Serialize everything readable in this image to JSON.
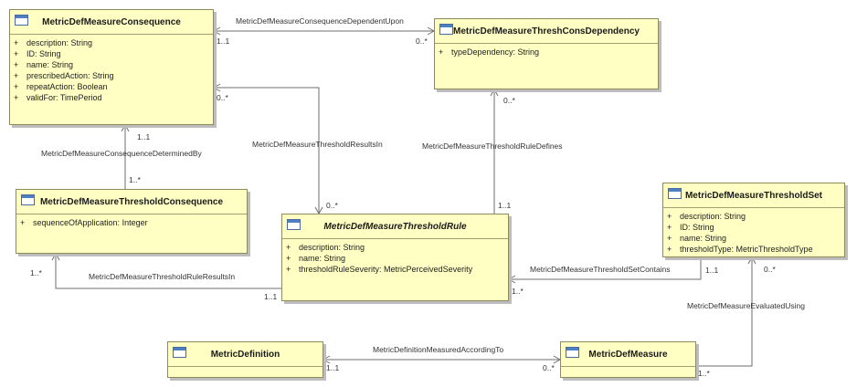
{
  "classes": {
    "mdm_consequence": {
      "name": "MetricDefMeasureConsequence",
      "attributes": [
        {
          "vis": "+",
          "text": "description: String"
        },
        {
          "vis": "+",
          "text": "ID: String"
        },
        {
          "vis": "+",
          "text": "name: String"
        },
        {
          "vis": "+",
          "text": "prescribedAction: String"
        },
        {
          "vis": "+",
          "text": "repeatAction: Boolean"
        },
        {
          "vis": "+",
          "text": "validFor: TimePeriod"
        }
      ]
    },
    "thresh_cons_dependency": {
      "name": "MetricDefMeasureThreshConsDependency",
      "attributes": [
        {
          "vis": "+",
          "text": "typeDependency: String"
        }
      ]
    },
    "threshold_consequence": {
      "name": "MetricDefMeasureThresholdConsequence",
      "attributes": [
        {
          "vis": "+",
          "text": "sequenceOfApplication: Integer"
        }
      ]
    },
    "threshold_rule": {
      "name": "MetricDefMeasureThresholdRule",
      "attributes": [
        {
          "vis": "+",
          "text": "description: String"
        },
        {
          "vis": "+",
          "text": "name: String"
        },
        {
          "vis": "+",
          "text": "thresholdRuleSeverity: MetricPerceivedSeverity"
        }
      ]
    },
    "threshold_set": {
      "name": "MetricDefMeasureThresholdSet",
      "attributes": [
        {
          "vis": "+",
          "text": "description: String"
        },
        {
          "vis": "+",
          "text": "ID: String"
        },
        {
          "vis": "+",
          "text": "name: String"
        },
        {
          "vis": "+",
          "text": "thresholdType: MetricThresholdType"
        }
      ]
    },
    "metric_definition": {
      "name": "MetricDefinition",
      "attributes": []
    },
    "mdm": {
      "name": "MetricDefMeasure",
      "attributes": []
    }
  },
  "associations": {
    "consequence_dependent_upon": {
      "name": "MetricDefMeasureConsequenceDependentUpon",
      "end_a": "1..1",
      "end_b": "0..*"
    },
    "consequence_determined_by": {
      "name": "MetricDefMeasureConsequenceDeterminedBy",
      "end_a": "1..1",
      "end_b": "1..*"
    },
    "threshold_results_in": {
      "name": "MetricDefMeasureThresholdResultsIn",
      "end_a": "0..*",
      "end_b": "0..*"
    },
    "threshold_rule_defines": {
      "name": "MetricDefMeasureThresholdRuleDefines",
      "end_a": "0..*",
      "end_b": "1..1"
    },
    "threshold_rule_results_in": {
      "name": "MetricDefMeasureThresholdRuleResultsIn",
      "end_a": "1..*",
      "end_b": "1..1"
    },
    "threshold_set_contains": {
      "name": "MetricDefMeasureThresholdSetContains",
      "end_a": "1..*",
      "end_b": "1..1"
    },
    "evaluated_using": {
      "name": "MetricDefMeasureEvaluatedUsing",
      "end_a": "0..*",
      "end_b": "1..*"
    },
    "measured_according_to": {
      "name": "MetricDefinitionMeasuredAccordingTo",
      "end_a": "1..1",
      "end_b": "0..*"
    }
  }
}
